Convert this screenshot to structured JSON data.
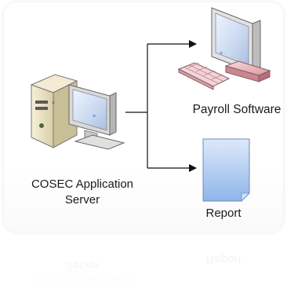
{
  "nodes": {
    "server": {
      "label_line1": "COSEC Application",
      "label_line2": "Server"
    },
    "payroll": {
      "label": "Payroll Software"
    },
    "report": {
      "label": "Report"
    }
  },
  "colors": {
    "monitor_frame": "#d9d9d9",
    "pink_monitor": "#ecc0c4",
    "report_blue": "#8fb5e8",
    "arrow": "#111111"
  }
}
